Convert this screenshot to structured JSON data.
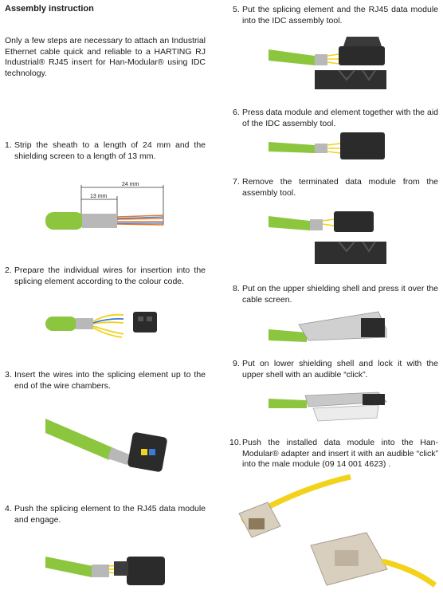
{
  "header": {
    "title": "Assembly instruction"
  },
  "intro": {
    "text": "Only a few steps are necessary to attach an Industrial Ethernet cable quick and reliable to a HARTING RJ Industrial® RJ45 insert for Han-Modular® using IDC technology."
  },
  "steps": [
    {
      "num": "1.",
      "text": "Strip the sheath to a length of 24 mm and the shielding screen to a length of 13 mm."
    },
    {
      "num": "2.",
      "text": "Prepare the individual wires for insertion into the splicing element according to the colour code."
    },
    {
      "num": "3.",
      "text": "Insert the wires into the splicing element up to the end of the wire chambers."
    },
    {
      "num": "4.",
      "text": "Push the splicing element to the RJ45 data module and engage."
    },
    {
      "num": "5.",
      "text": "Put the splicing element and the RJ45 data module into the IDC assembly tool."
    },
    {
      "num": "6.",
      "text": "Press data module and element together with the aid of the IDC assembly tool."
    },
    {
      "num": "7.",
      "text": "Remove the terminated data module from the assembly tool."
    },
    {
      "num": "8.",
      "text": "Put on the upper shielding shell and press it over the cable screen."
    },
    {
      "num": "9.",
      "text": "Put on lower shielding shell and lock it with the upper shell with an audible “click”."
    },
    {
      "num": "10.",
      "text": "Push the installed data module into the Han-Modular® adapter and insert it with an audible “click” into the male module (09 14 001 4623) ."
    }
  ],
  "dimensions": {
    "long": "24 mm",
    "short": "13 mm"
  },
  "colors": {
    "cable_green": "#8cc63f",
    "module_black": "#2b2b2b",
    "cable_yellow": "#f2d21b",
    "adapter_beige": "#d9cfbf"
  }
}
